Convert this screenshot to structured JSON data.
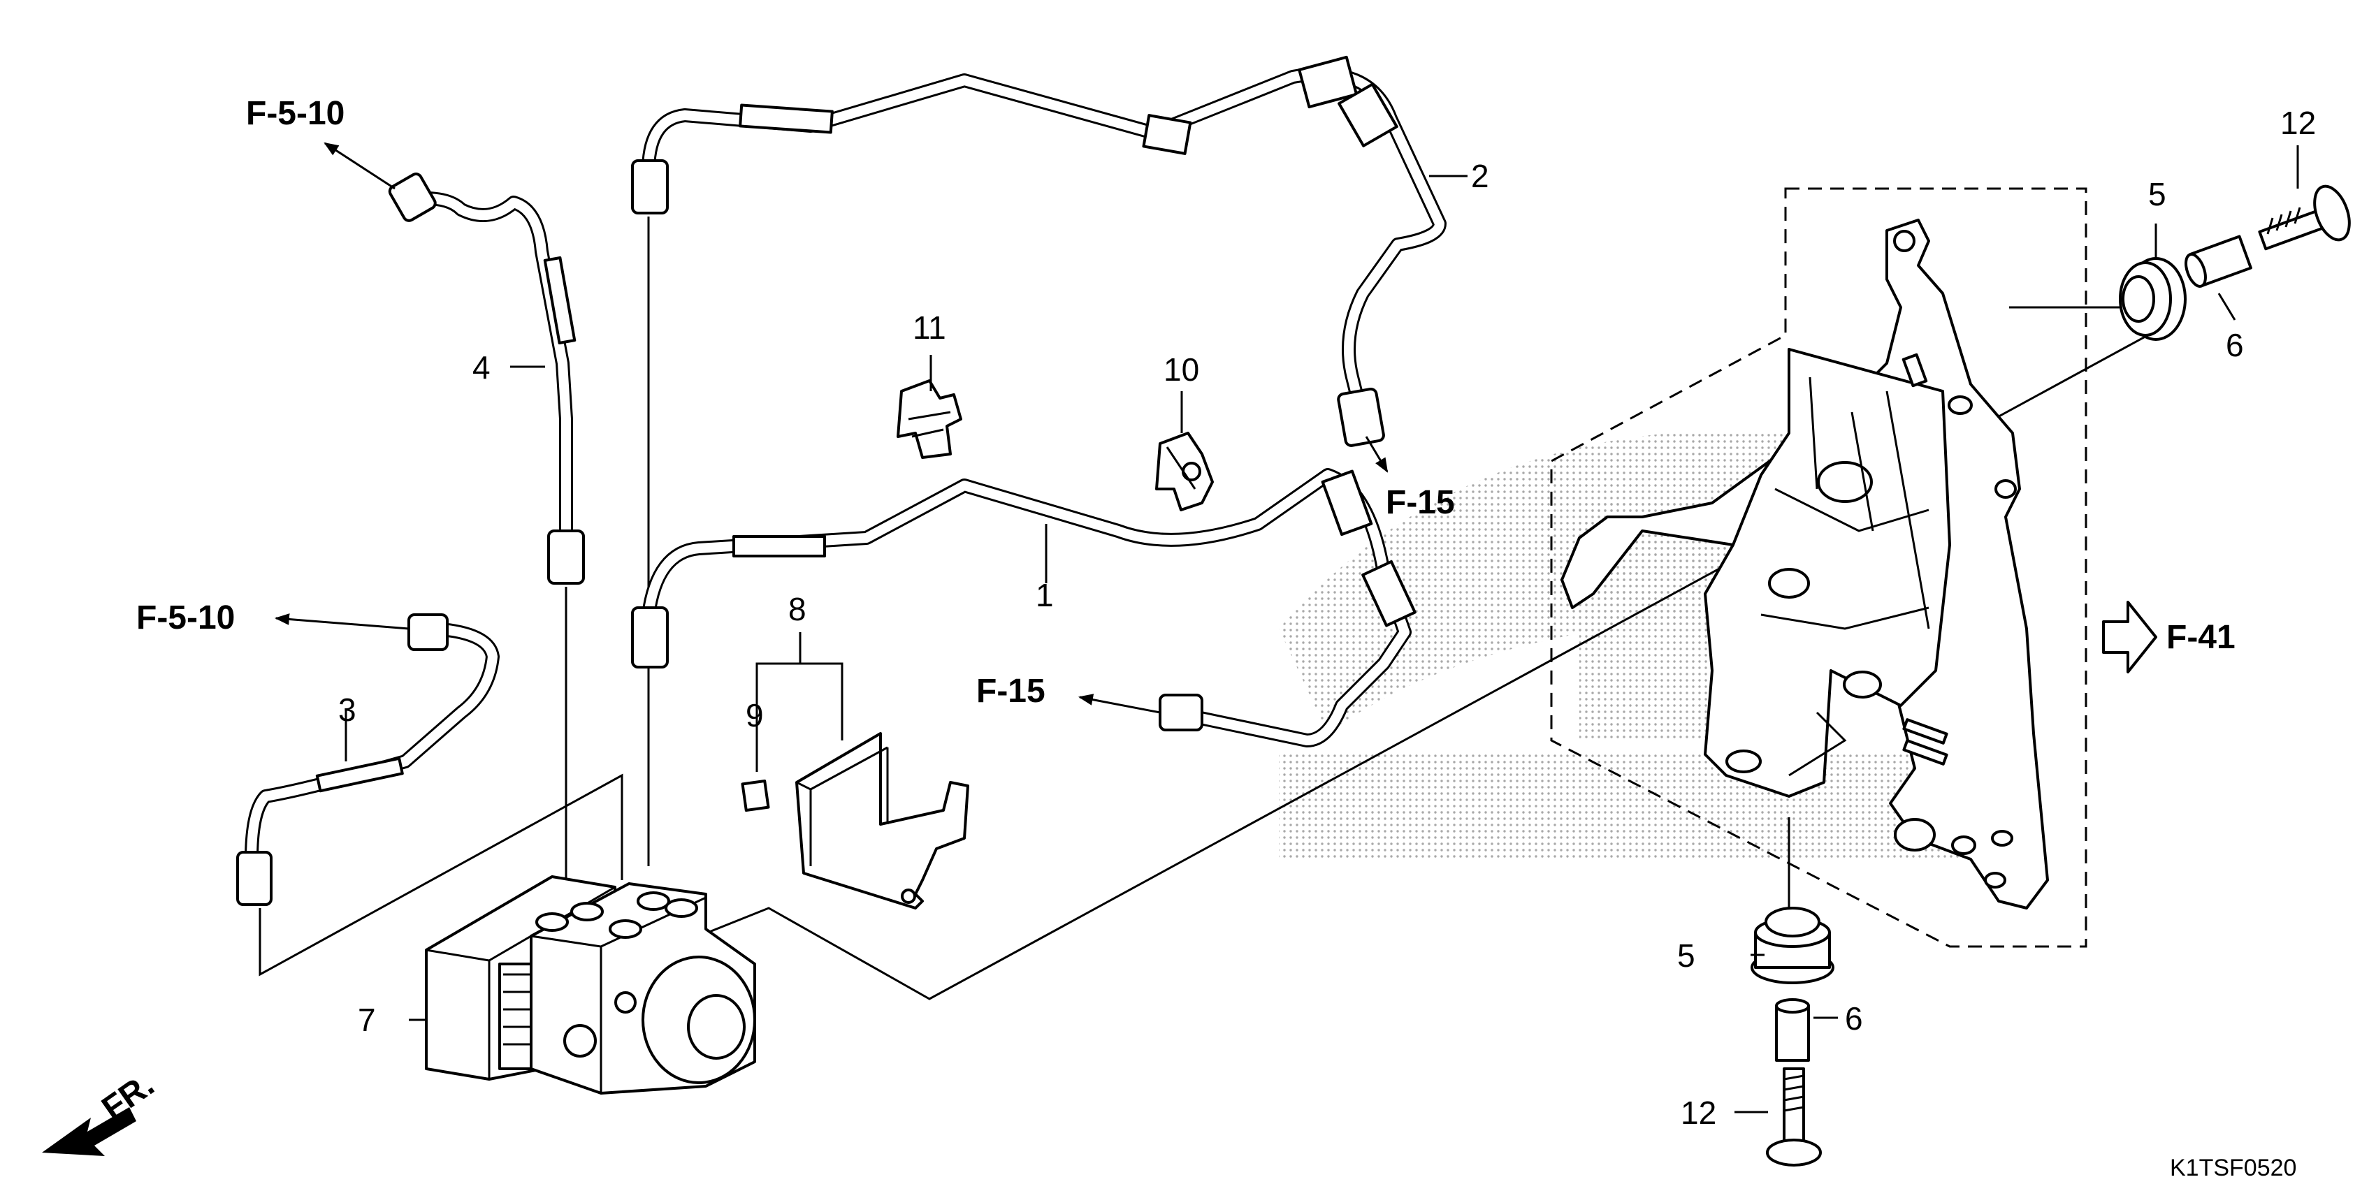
{
  "diagram": {
    "code": "K1TSF0520",
    "front_label": "FR.",
    "refs": {
      "f5_10_upper": "F-5-10",
      "f5_10_lower": "F-5-10",
      "f15_right": "F-15",
      "f15_mid": "F-15",
      "f41": "F-41"
    },
    "parts": {
      "p1": "1",
      "p2": "2",
      "p3": "3",
      "p4": "4",
      "p5_upper": "5",
      "p5_lower": "5",
      "p6_upper": "6",
      "p6_lower": "6",
      "p7": "7",
      "p8": "8",
      "p9": "9",
      "p10": "10",
      "p11": "11",
      "p12_upper": "12",
      "p12_lower": "12"
    }
  }
}
